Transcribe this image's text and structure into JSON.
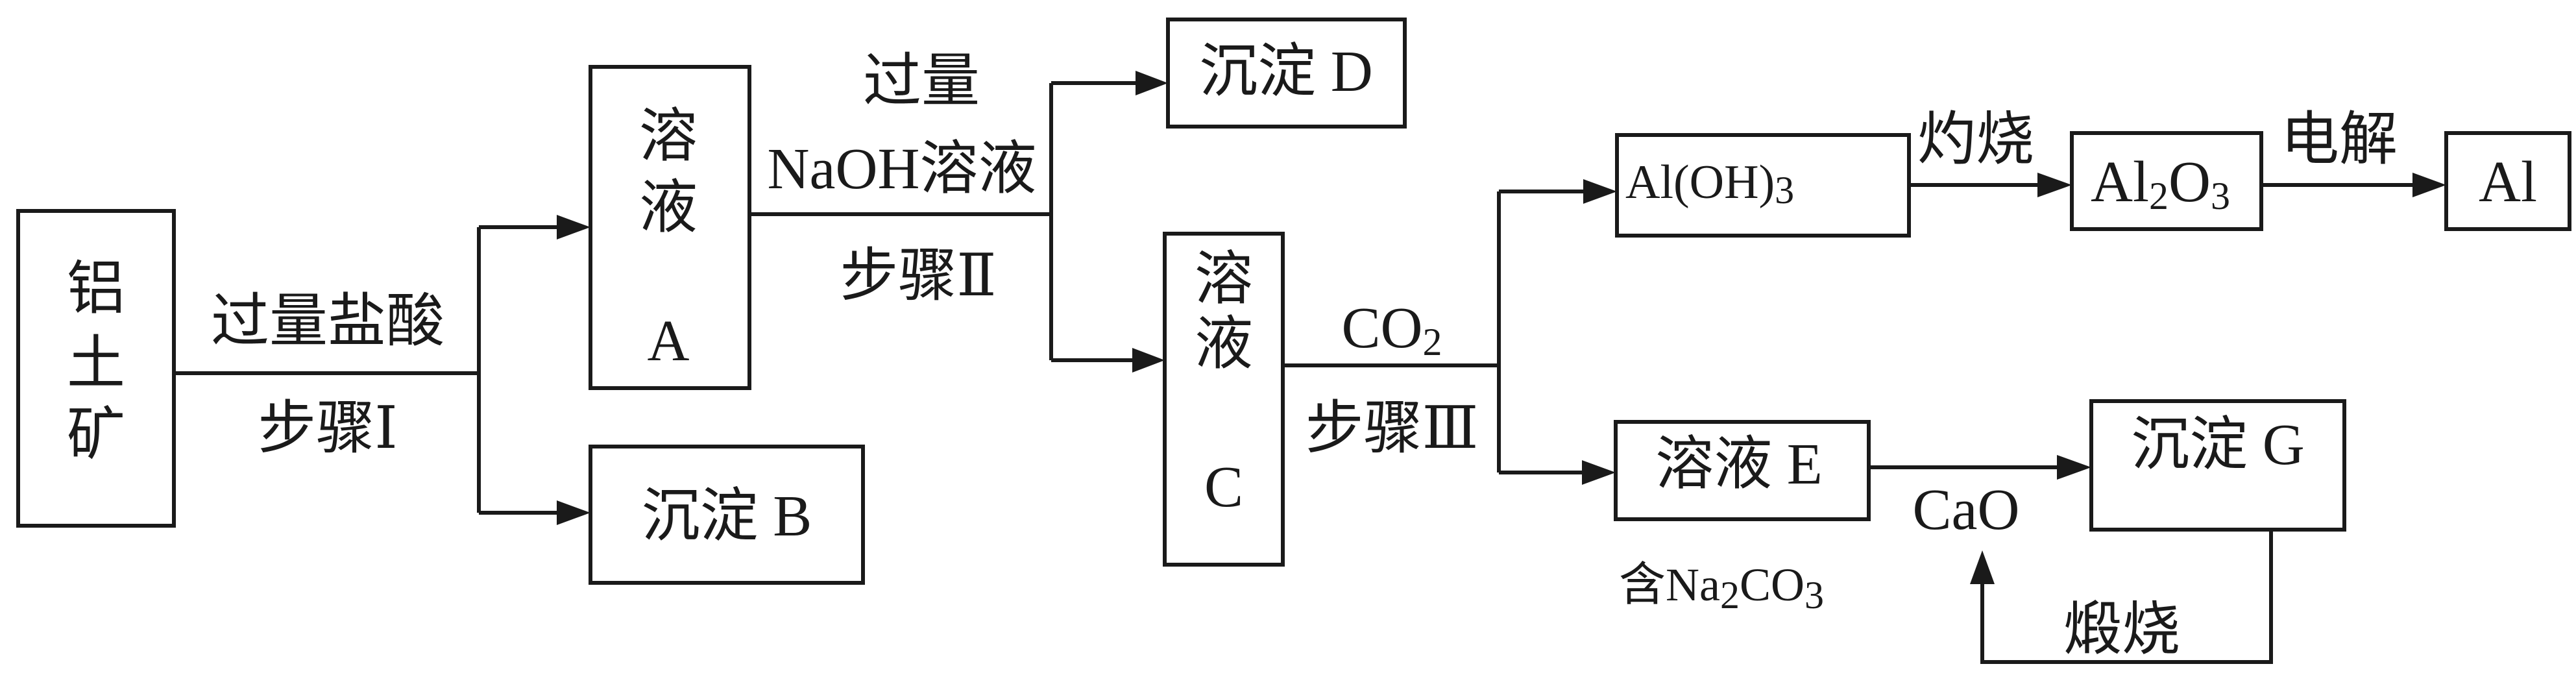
{
  "nodes": {
    "bauxite": {
      "lines": [
        "铝",
        "土",
        "矿"
      ]
    },
    "solution_a": {
      "lines": [
        "溶",
        "液",
        "A"
      ]
    },
    "precipitate_b": {
      "label": "沉淀 B"
    },
    "precipitate_d": {
      "label": "沉淀 D"
    },
    "solution_c": {
      "lines": [
        "溶",
        "液",
        "C"
      ]
    },
    "aluminum_hydroxide": {
      "main": "Al(OH)",
      "sub": "3"
    },
    "alumina": {
      "part1": "Al",
      "sub1": "2",
      "part2": "O",
      "sub2": "3"
    },
    "aluminum": {
      "label": "Al"
    },
    "solution_e": {
      "label": "溶液 E"
    },
    "precipitate_g": {
      "label": "沉淀 G"
    }
  },
  "labels": {
    "step1_reagent": "过量盐酸",
    "step1_name": "步骤Ⅰ",
    "step2_excess": "过量",
    "step2_reagent": "NaOH溶液",
    "step2_name": "步骤Ⅱ",
    "step3_reagent_main": "CO",
    "step3_reagent_sub": "2",
    "step3_name": "步骤Ⅲ",
    "calcination": "灼烧",
    "electrolysis": "电解",
    "cao": "CaO",
    "calcining": "煅烧",
    "contains_prefix": "含Na",
    "contains_sub1": "2",
    "contains_mid": "CO",
    "contains_sub2": "3"
  }
}
